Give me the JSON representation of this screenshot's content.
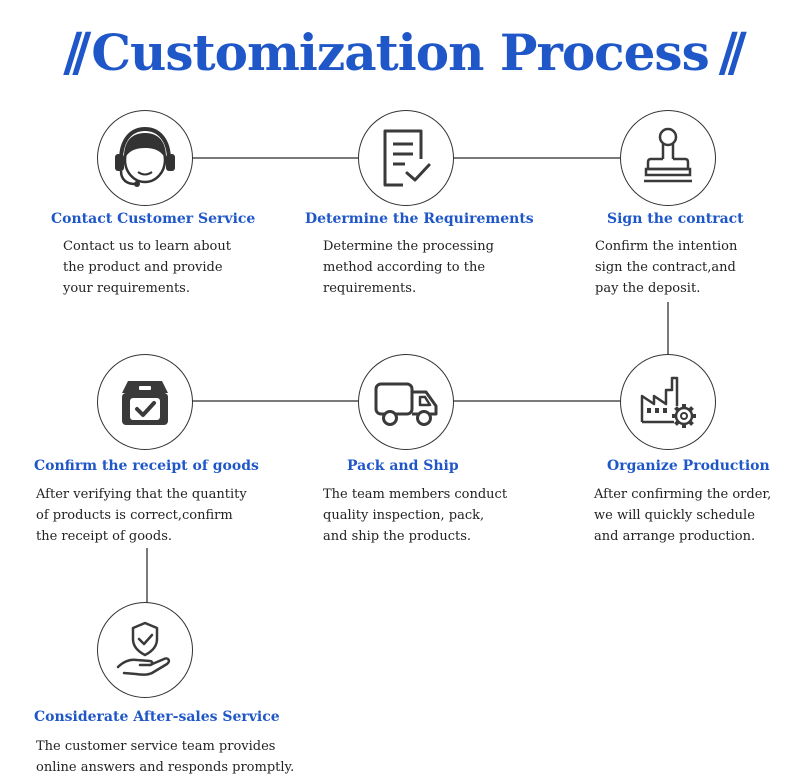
{
  "title": {
    "slash_left": "//",
    "text": "Customization Process",
    "slash_right": "//"
  },
  "colors": {
    "accent": "#1f57c8",
    "icon": "#3a3a3a",
    "text": "#222222",
    "connector": "#7a7a7a"
  },
  "steps": [
    {
      "icon": "headset-agent-icon",
      "title": "Contact Customer Service",
      "description": "Contact us to learn about\nthe product and provide\nyour requirements."
    },
    {
      "icon": "document-check-icon",
      "title": "Determine the Requirements",
      "description": "Determine the processing\nmethod according to the\nrequirements."
    },
    {
      "icon": "stamp-icon",
      "title": "Sign the contract",
      "description": "Confirm the intention\nsign the contract,and\npay the deposit."
    },
    {
      "icon": "factory-gear-icon",
      "title": "Organize Production",
      "description": "After confirming the order,\nwe will quickly schedule\nand arrange production."
    },
    {
      "icon": "delivery-truck-icon",
      "title": "Pack and Ship",
      "description": "The team members conduct\nquality inspection, pack,\nand ship the products."
    },
    {
      "icon": "box-check-icon",
      "title": "Confirm the receipt of goods",
      "description": "After verifying that the quantity\nof products is correct,confirm\nthe receipt of goods."
    },
    {
      "icon": "hand-shield-icon",
      "title": "Considerate After-sales Service",
      "description": "The customer service team provides\nonline answers and responds promptly."
    }
  ]
}
